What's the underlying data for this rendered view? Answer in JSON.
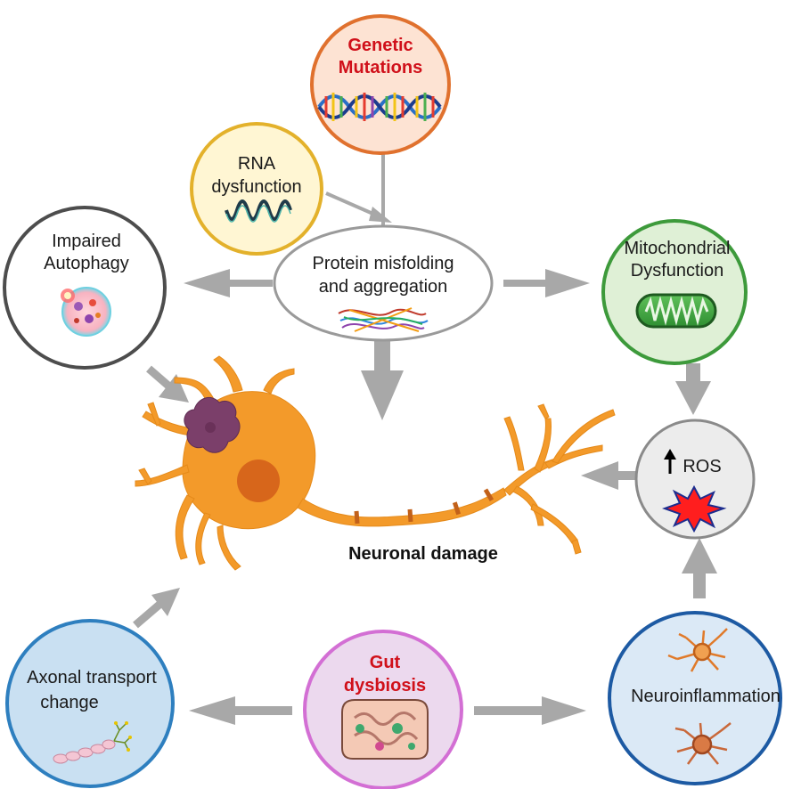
{
  "nodes": {
    "genetic": {
      "line1": "Genetic",
      "line2": "Mutations",
      "icon": "dna-helix-icon"
    },
    "rna": {
      "line1": "RNA",
      "line2": "dysfunction",
      "icon": "rna-strand-icon"
    },
    "protein": {
      "line1": "Protein misfolding",
      "line2": "and aggregation",
      "icon": "protein-aggregate-icon"
    },
    "autophagy": {
      "line1": "Impaired",
      "line2": "Autophagy",
      "icon": "autophagosome-icon"
    },
    "mito": {
      "line1": "Mitochondrial",
      "line2": "Dysfunction",
      "icon": "mitochondrion-icon"
    },
    "ros": {
      "label": "ROS",
      "icon": "ros-burst-icon"
    },
    "neuro": {
      "label": "Neuroinflammation",
      "icon": "microglia-icon"
    },
    "gut": {
      "line1": "Gut",
      "line2": "dysbiosis",
      "icon": "intestine-icon"
    },
    "axonal": {
      "line1": "Axonal transport",
      "line2": "change",
      "icon": "axon-beads-icon"
    },
    "center": {
      "label": "Neuronal damage",
      "icon": "neuron-icon"
    }
  },
  "colors": {
    "genetic_fill": "#fde3d3",
    "genetic_stroke": "#e0712e",
    "rna_fill": "#fff6d3",
    "rna_stroke": "#e3b12b",
    "protein_stroke": "#9a9a9a",
    "autophagy_stroke": "#4d4d4d",
    "mito_fill": "#dff0d6",
    "mito_stroke": "#3d9a3b",
    "ros_fill": "#ececec",
    "ros_stroke": "#8a8a8a",
    "neuro_fill": "#dbe9f6",
    "neuro_stroke": "#1d5aa3",
    "gut_fill": "#ecd9ee",
    "gut_stroke": "#d36fd4",
    "axonal_fill": "#c9e0f2",
    "axonal_stroke": "#2e7fbf",
    "arrow": "#a8a8a8",
    "neuron": "#f39a2a",
    "highlight_text": "#d0101a"
  }
}
